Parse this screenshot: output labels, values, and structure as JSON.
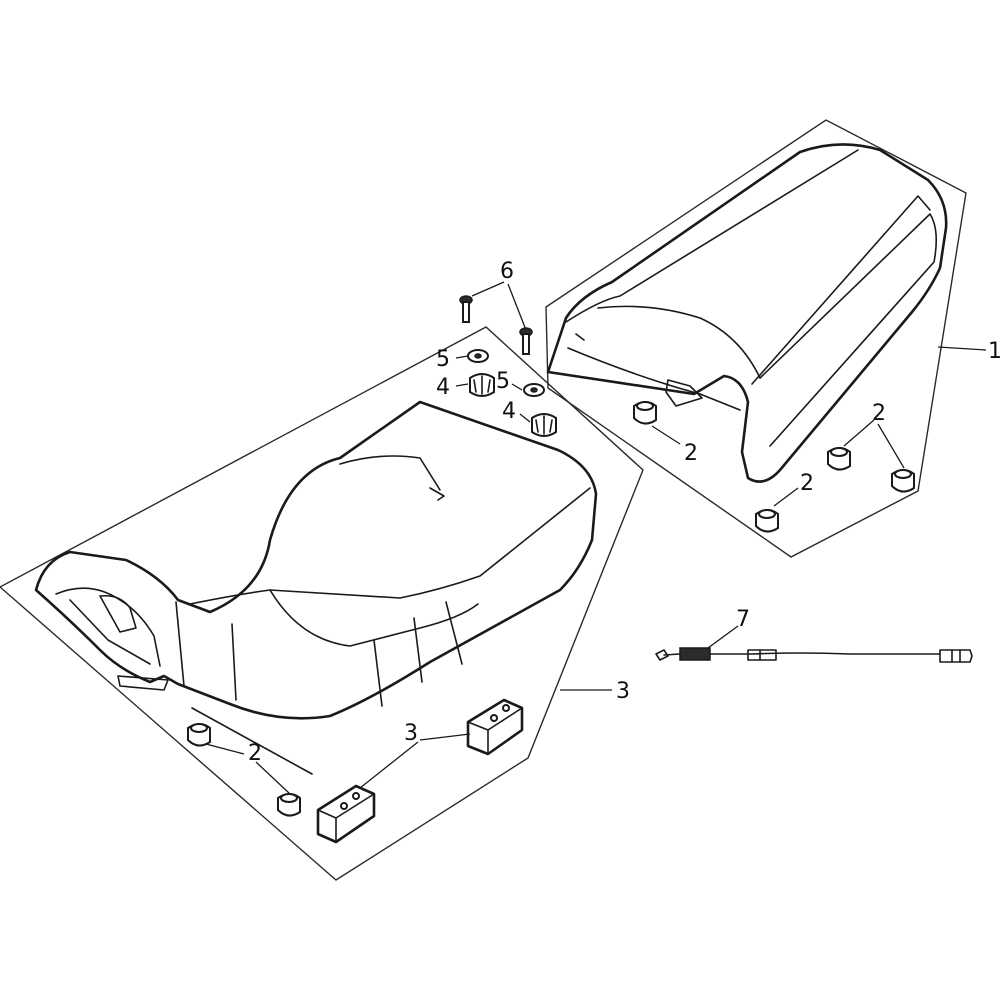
{
  "callouts": {
    "rear_seat": "1",
    "rubber_bumper": "2",
    "seat_bracket": "3",
    "nut": "4",
    "washer": "5",
    "bolt": "6",
    "seat_lock_cable": "7"
  }
}
